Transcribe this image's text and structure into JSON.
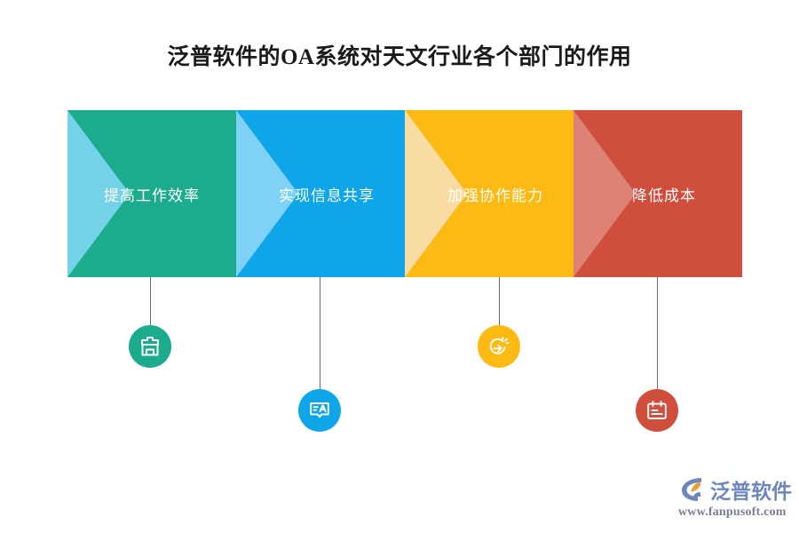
{
  "page": {
    "background_color": "#ffffff",
    "title": "泛普软件的OA系统对天文行业各个部门的作用"
  },
  "chart_data": {
    "type": "diagram",
    "diagram_style": "chevron-process",
    "title": "泛普软件的OA系统对天文行业各个部门的作用",
    "segment_count": 4,
    "categories": [
      "提高工作效率",
      "实现信息共享",
      "加强协作能力",
      "降低成本"
    ],
    "colors": [
      "#1dab8e",
      "#0fa6e9",
      "#fcba12",
      "#cf4e3c"
    ],
    "wedge_colors": [
      "#74d3e8",
      "#7fd2f5",
      "#f8dca4",
      "#dd8275"
    ],
    "icons": [
      "store-icon",
      "translate-chat-icon",
      "growth-boost-icon",
      "calendar-icon"
    ],
    "icon_rows": [
      "upper",
      "lower",
      "upper",
      "lower"
    ]
  },
  "segments": [
    {
      "label": "提高工作效率",
      "color": "#1dab8e",
      "wedge_color": "#74d3e8",
      "icon": "store-icon",
      "icon_color": "#1dab8e"
    },
    {
      "label": "实现信息共享",
      "color": "#0fa6e9",
      "wedge_color": "#7fd2f5",
      "icon": "translate-chat-icon",
      "icon_color": "#0fa6e9"
    },
    {
      "label": "加强协作能力",
      "color": "#fcba12",
      "wedge_color": "#f8dca4",
      "icon": "growth-boost-icon",
      "icon_color": "#fcba12"
    },
    {
      "label": "降低成本",
      "color": "#cf4e3c",
      "wedge_color": "#dd8275",
      "icon": "calendar-icon",
      "icon_color": "#cf4e3c"
    }
  ],
  "logo": {
    "name": "泛普软件",
    "url": "www.fanpusoft.com",
    "mark_color_primary": "#6d86bd",
    "mark_color_accent": "#e8a33d",
    "name_color": "#6d86bd",
    "url_color": "#7b7f96"
  }
}
